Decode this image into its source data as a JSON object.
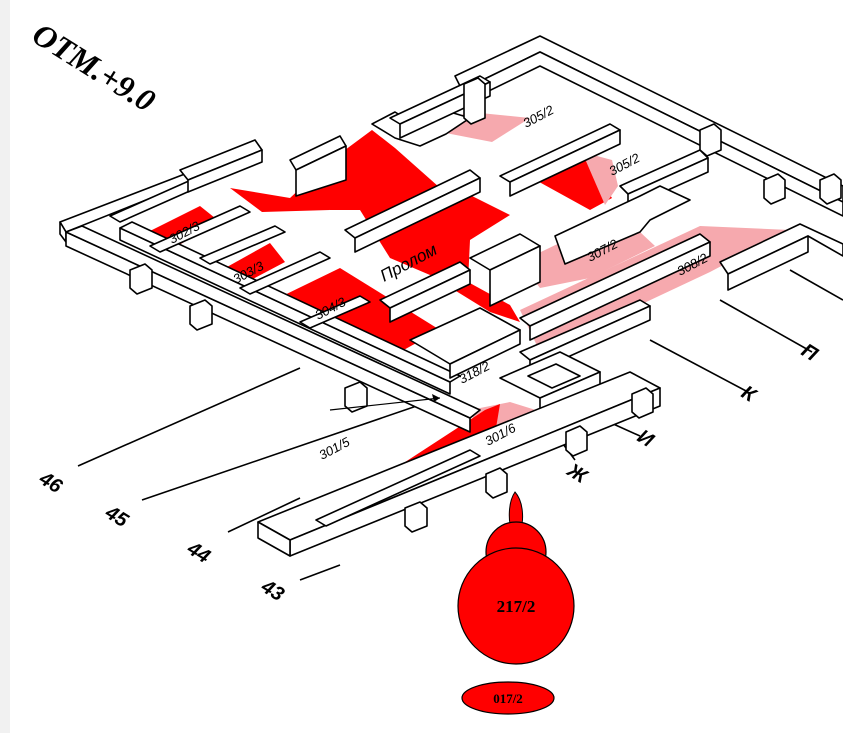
{
  "title": "OTM.+9.0",
  "axis_labels": {
    "a46": "46",
    "a45": "45",
    "a44": "44",
    "a43": "43",
    "zh": "Ж",
    "i": "И",
    "k": "К",
    "p": "П"
  },
  "room_labels": {
    "r305_2a": "305/2",
    "r305_2b": "305/2",
    "r302_3": "302/3",
    "r303_3": "303/3",
    "r304_3": "304/3",
    "r307_2": "307/2",
    "r308_2": "308/2",
    "r318_2": "318/2",
    "r301_5": "301/5",
    "r301_6": "301/6",
    "prolom": "Пролом"
  },
  "markers": {
    "m217": "217/2",
    "m017": "017/2"
  },
  "colors": {
    "damage_red": "#ff0000",
    "damage_pink": "#f6a9ae",
    "wall": "#ffffff",
    "line": "#000000"
  }
}
